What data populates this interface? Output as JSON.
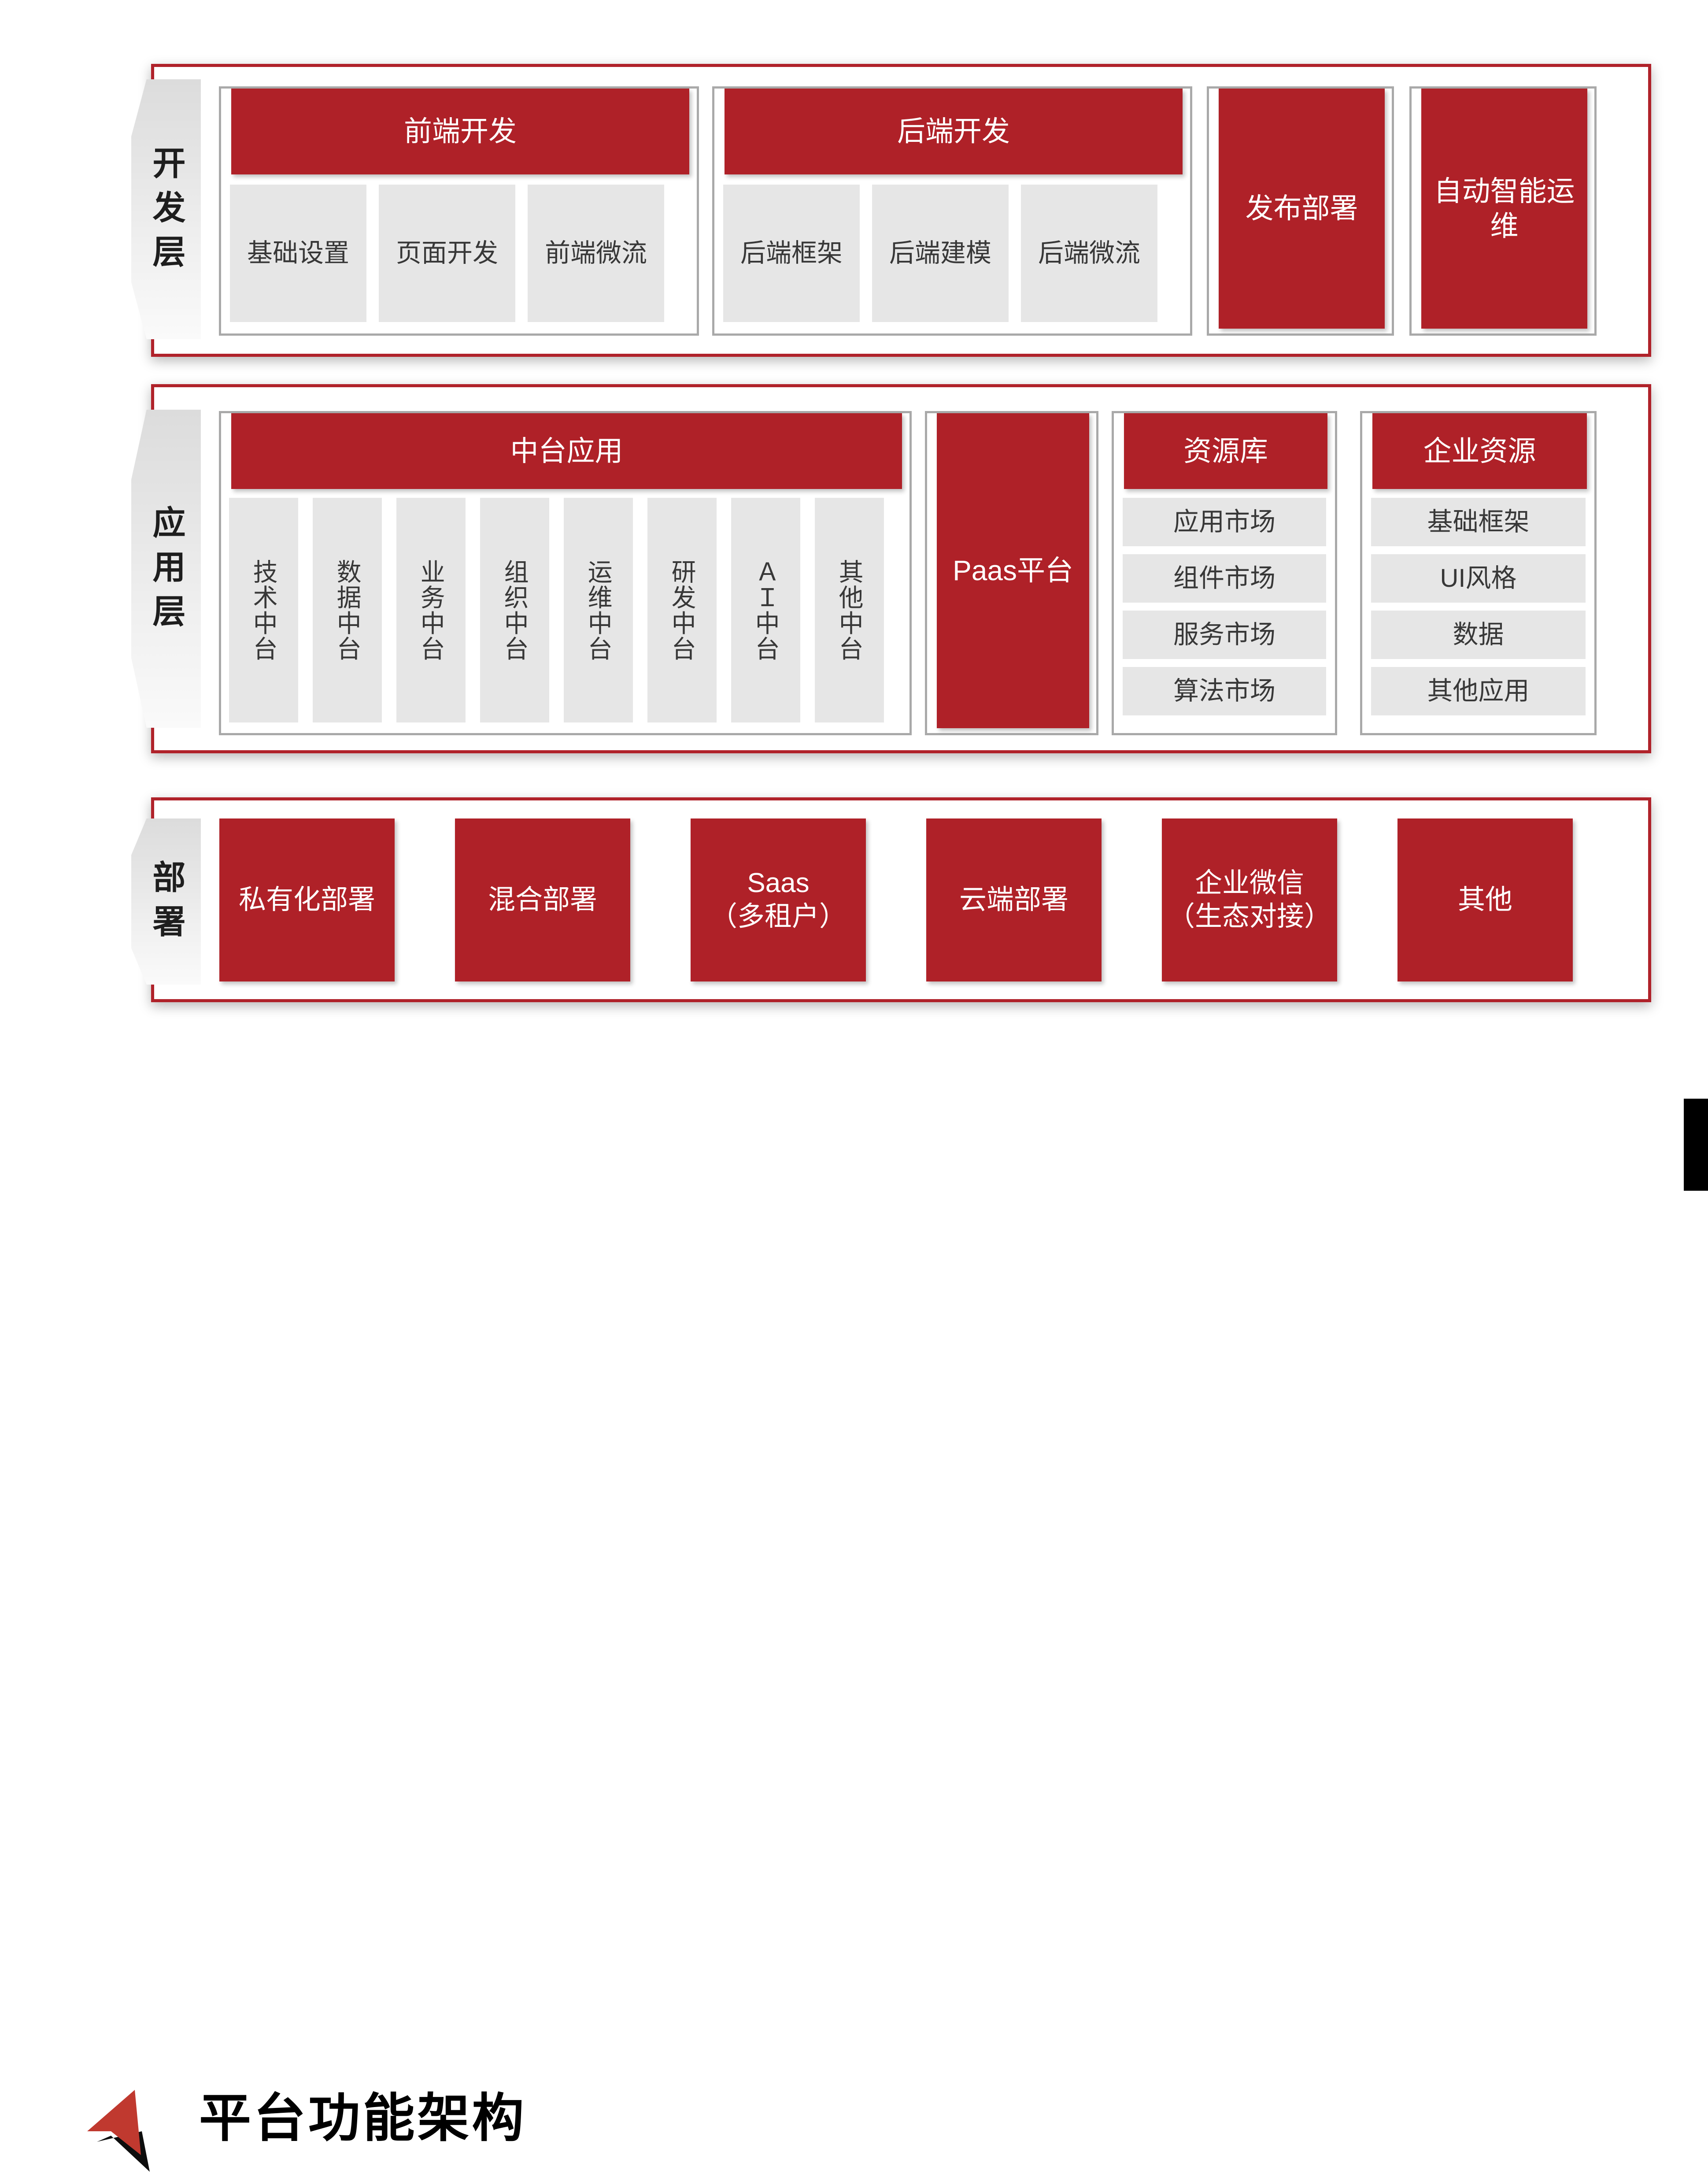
{
  "title": "平台功能架构",
  "colors": {
    "accent_red": "#AF2128",
    "panel_grey": "#E6E6E6",
    "border_grey": "#A9A9A9",
    "frame_red": "#B0222A"
  },
  "layers": [
    {
      "tab_label": "开发层",
      "groups": [
        {
          "header": "前端开发",
          "items": [
            "基础设置",
            "页面开发",
            "前端微流"
          ]
        },
        {
          "header": "后端开发",
          "items": [
            "后端框架",
            "后端建模",
            "后端微流"
          ]
        },
        {
          "header": "发布部署",
          "items": []
        },
        {
          "header": "自动智能运维",
          "items": []
        }
      ]
    },
    {
      "tab_label": "应用层",
      "groups": [
        {
          "header": "中台应用",
          "items": [
            "技术中台",
            "数据中台",
            "业务中台",
            "组织中台",
            "运维中台",
            "研发中台",
            "ＡＩ中台",
            "其他中台"
          ]
        },
        {
          "header": "Paas平台",
          "items": []
        },
        {
          "header": "资源库",
          "items": [
            "应用市场",
            "组件市场",
            "服务市场",
            "算法市场"
          ]
        },
        {
          "header": "企业资源",
          "items": [
            "基础框架",
            "UI风格",
            "数据",
            "其他应用"
          ]
        }
      ]
    },
    {
      "tab_label": "部署",
      "groups": [
        {
          "header": "私有化部署",
          "items": []
        },
        {
          "header": "混合部署",
          "items": []
        },
        {
          "header": "Saas\n（多租户）",
          "items": []
        },
        {
          "header": "云端部署",
          "items": []
        },
        {
          "header": "企业微信\n（生态对接）",
          "items": []
        },
        {
          "header": "其他",
          "items": []
        }
      ]
    }
  ]
}
